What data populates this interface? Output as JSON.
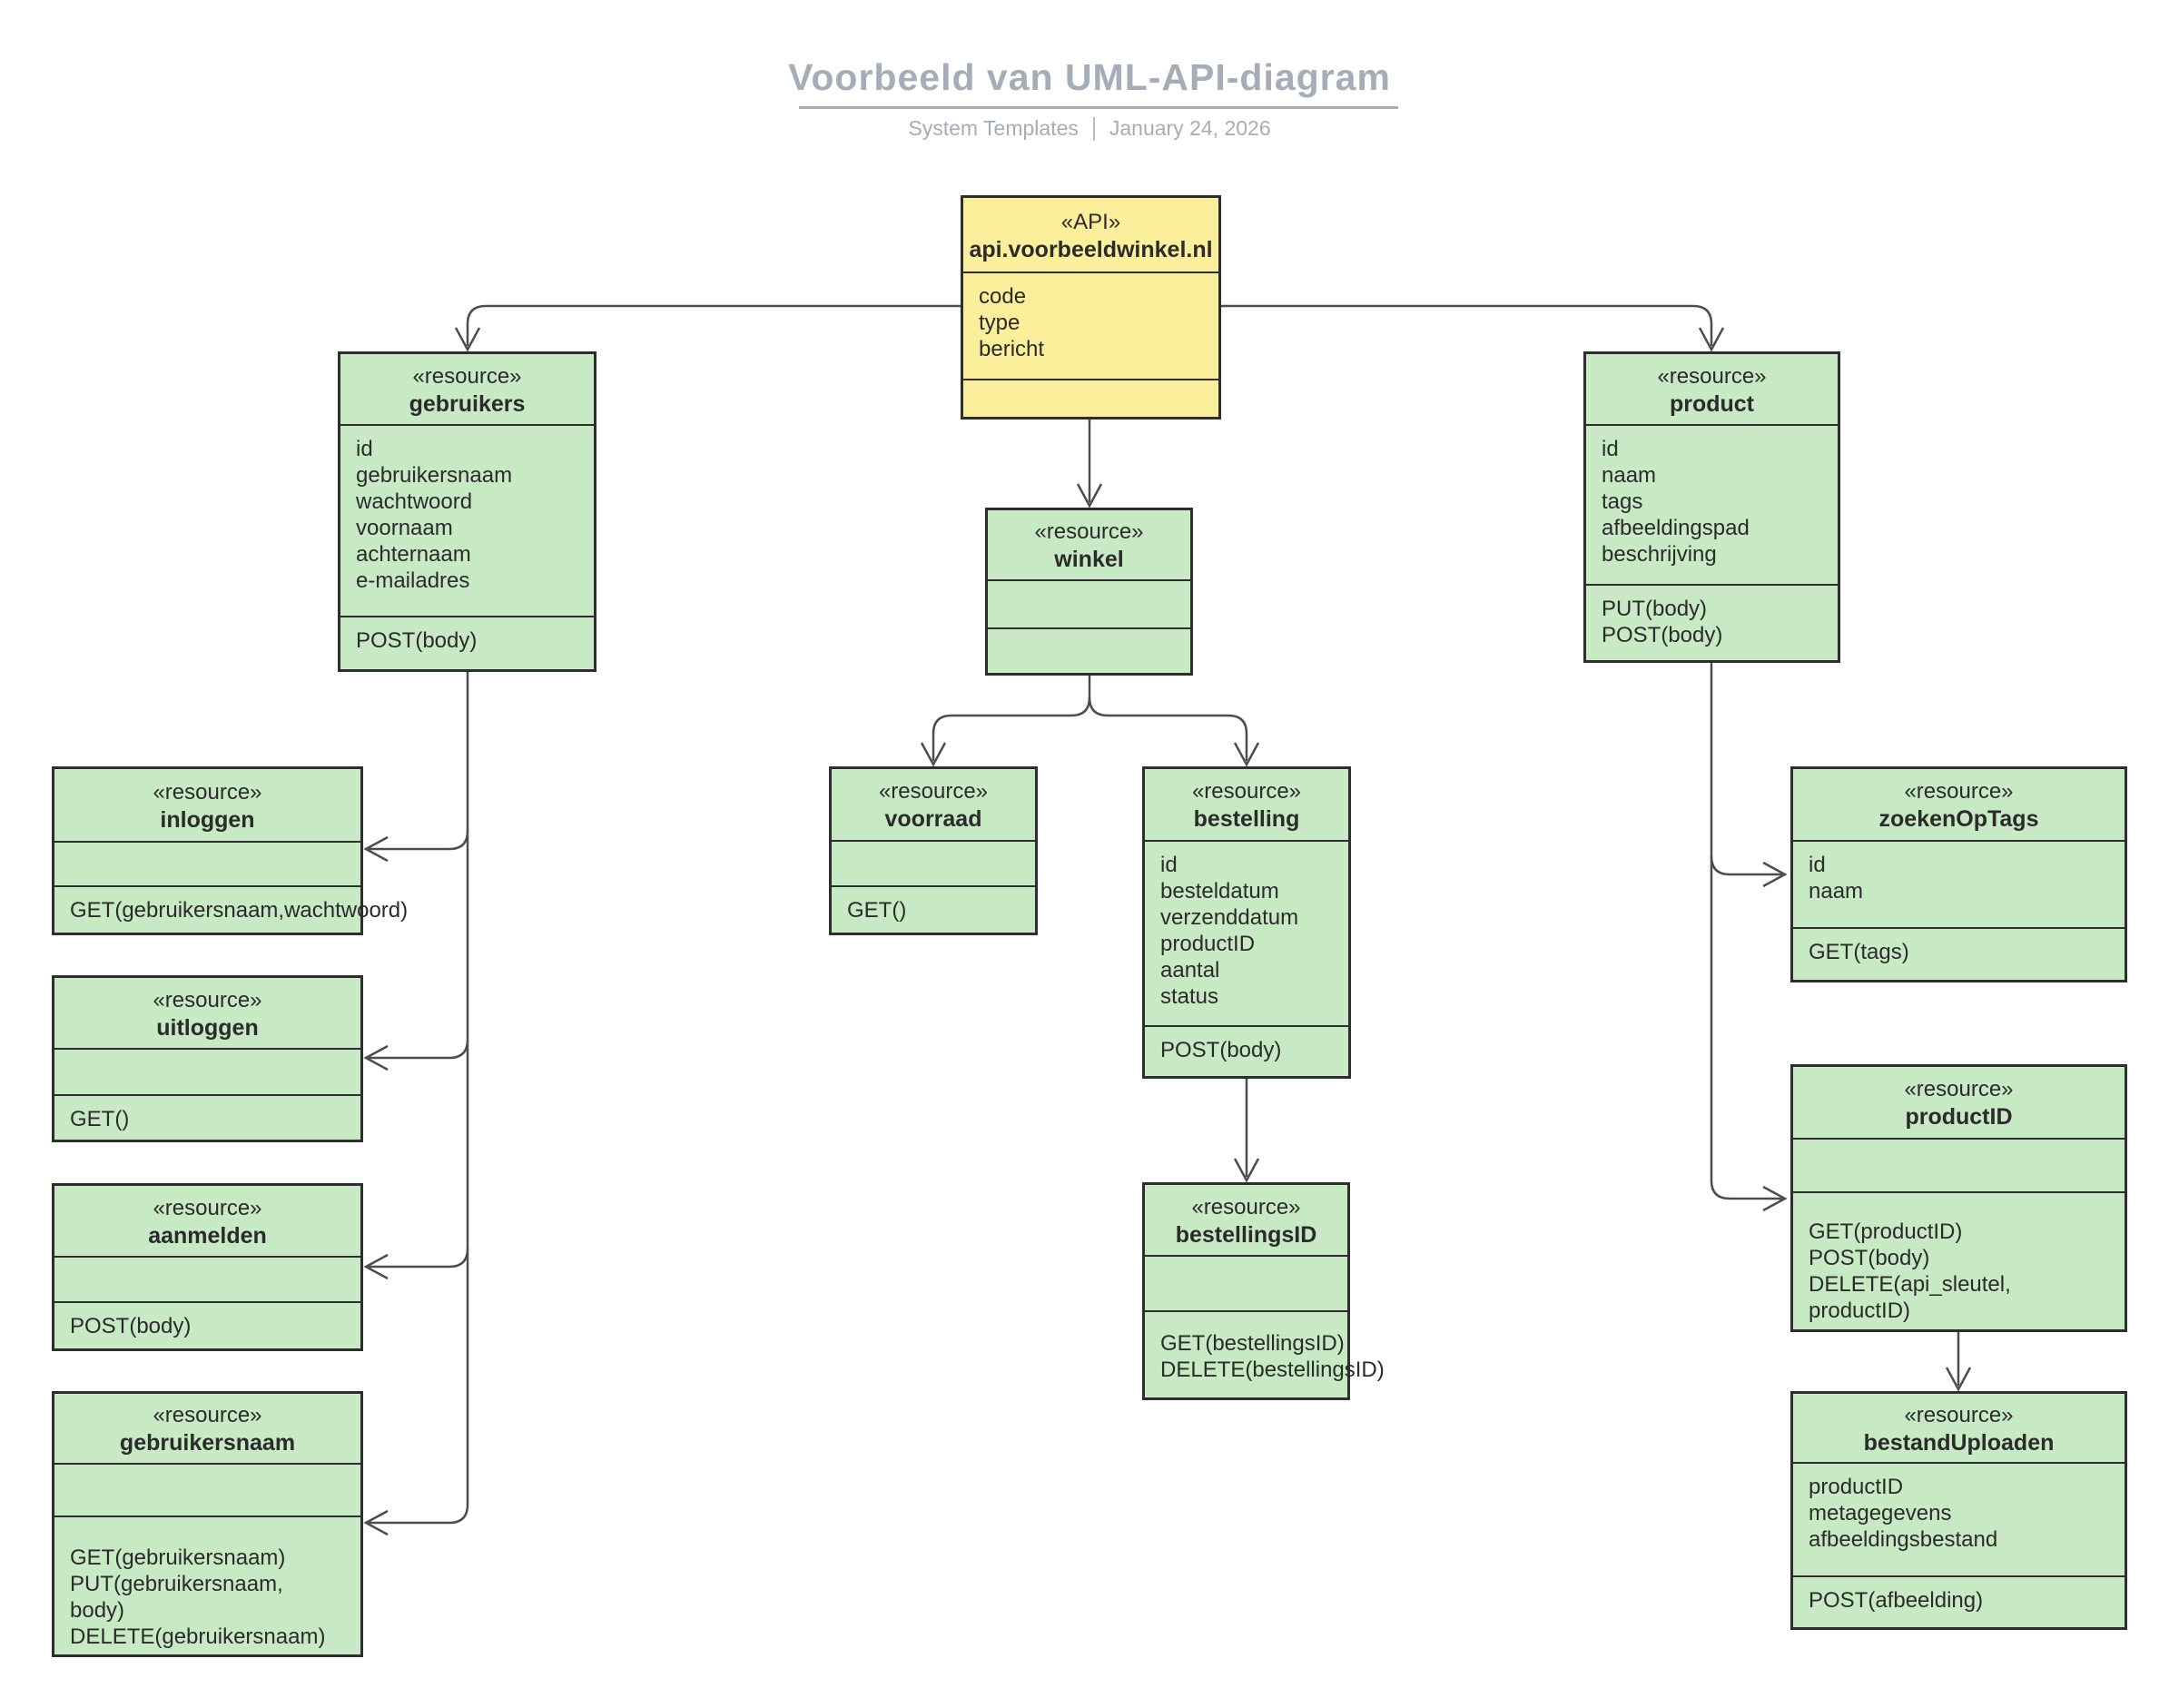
{
  "header": {
    "title": "Voorbeeld van UML-API-diagram",
    "meta_left": "System Templates",
    "meta_right": "January 24, 2026"
  },
  "colors": {
    "box_green": "#C7E9C4",
    "box_yellow": "#FCEF9B",
    "border": "#2E2E2E",
    "connector": "#4D4D4D",
    "title_gray": "#A6ADB8",
    "text": "#2B2B2B"
  },
  "classes": [
    {
      "stereotype": "«API»",
      "name": "api.voorbeeldwinkel.nl",
      "attributes": [
        "code",
        "type",
        "bericht"
      ],
      "methods": []
    },
    {
      "stereotype": "«resource»",
      "name": "gebruikers",
      "attributes": [
        "id",
        "gebruikersnaam",
        "wachtwoord",
        "voornaam",
        "achternaam",
        "e-mailadres"
      ],
      "methods": [
        "POST(body)"
      ]
    },
    {
      "stereotype": "«resource»",
      "name": "product",
      "attributes": [
        "id",
        "naam",
        "tags",
        "afbeeldingspad",
        "beschrijving"
      ],
      "methods": [
        "PUT(body)",
        "POST(body)"
      ]
    },
    {
      "stereotype": "«resource»",
      "name": "winkel",
      "attributes": [],
      "methods": []
    },
    {
      "stereotype": "«resource»",
      "name": "inloggen",
      "attributes": [],
      "methods": [
        "GET(gebruikersnaam,wachtwoord)"
      ]
    },
    {
      "stereotype": "«resource»",
      "name": "uitloggen",
      "attributes": [],
      "methods": [
        "GET()"
      ]
    },
    {
      "stereotype": "«resource»",
      "name": "aanmelden",
      "attributes": [],
      "methods": [
        "POST(body)"
      ]
    },
    {
      "stereotype": "«resource»",
      "name": "gebruikersnaam",
      "attributes": [],
      "methods": [
        "GET(gebruikersnaam)",
        "PUT(gebruikersnaam,",
        "body)",
        "DELETE(gebruikersnaam)"
      ]
    },
    {
      "stereotype": "«resource»",
      "name": "voorraad",
      "attributes": [],
      "methods": [
        "GET()"
      ]
    },
    {
      "stereotype": "«resource»",
      "name": "bestelling",
      "attributes": [
        "id",
        "besteldatum",
        "verzenddatum",
        "productID",
        "aantal",
        "status"
      ],
      "methods": [
        "POST(body)"
      ]
    },
    {
      "stereotype": "«resource»",
      "name": "bestellingsID",
      "attributes": [],
      "methods": [
        "GET(bestellingsID)",
        "DELETE(bestellingsID)"
      ]
    },
    {
      "stereotype": "«resource»",
      "name": "zoekenOpTags",
      "attributes": [
        "id",
        "naam"
      ],
      "methods": [
        "GET(tags)"
      ]
    },
    {
      "stereotype": "«resource»",
      "name": "productID",
      "attributes": [],
      "methods": [
        "GET(productID)",
        "POST(body)",
        "DELETE(api_sleutel,",
        "productID)"
      ]
    },
    {
      "stereotype": "«resource»",
      "name": "bestandUploaden",
      "attributes": [
        "productID",
        "metagegevens",
        "afbeeldingsbestand"
      ],
      "methods": [
        "POST(afbeelding)"
      ]
    }
  ]
}
